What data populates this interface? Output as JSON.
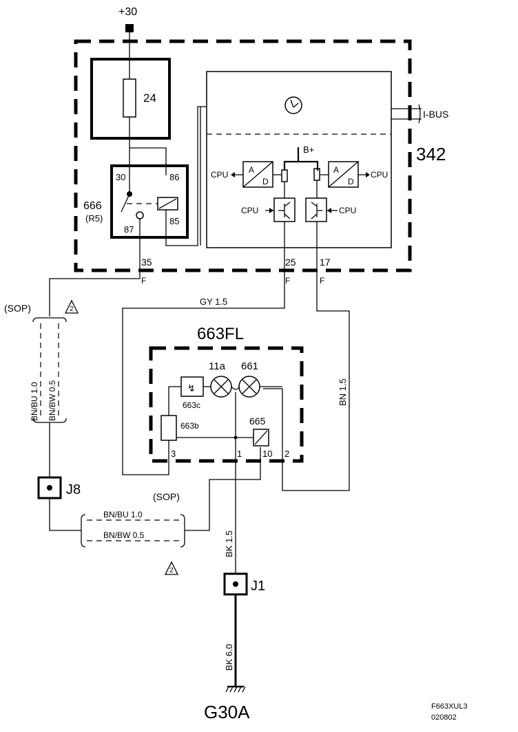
{
  "supply": {
    "label": "+30"
  },
  "fuse": {
    "number": "24"
  },
  "relay": {
    "id": "666",
    "sub": "(R5)",
    "pin30": "30",
    "pin86": "86",
    "pin85": "85",
    "pin87": "87"
  },
  "module": {
    "id": "342",
    "bus": "I-BUS",
    "bplus": "B+",
    "cpu": "CPU",
    "ad_a": "A",
    "ad_d": "D",
    "pin35": "35",
    "pin25": "25",
    "pin17": "17",
    "connector_f": "F"
  },
  "wires": {
    "gy": "GY   1.5",
    "bn": "BN   1.5",
    "bnbu_10": "BN/BU   1.0",
    "bnbw_05": "BN/BW   0.5",
    "bk15": "BK   1.5",
    "bk60": "BK   6.0",
    "sop": "(SOP)",
    "note2": "2"
  },
  "lamp_unit": {
    "id": "663FL",
    "lamp_11a": "11a",
    "lamp_661": "661",
    "c663c": "663c",
    "c663b": "663b",
    "c665": "665",
    "pin3": "3",
    "pin1": "1",
    "pin10": "10",
    "pin2": "2"
  },
  "junctions": {
    "j8": "J8",
    "j1": "J1"
  },
  "ground": {
    "label": "G30A"
  },
  "footer": {
    "code": "F663XUL3",
    "date": "020802"
  }
}
